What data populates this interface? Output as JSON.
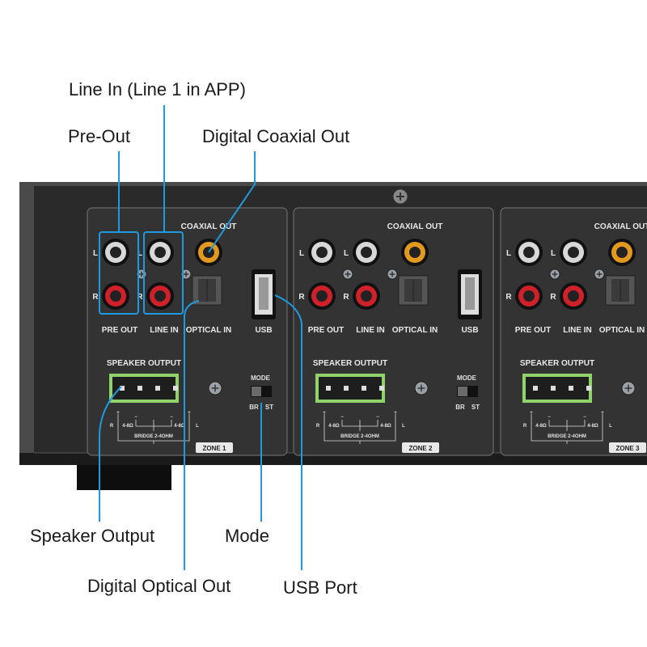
{
  "callouts": {
    "line_in": "Line In (Line 1 in APP)",
    "pre_out": "Pre-Out",
    "coaxial_out": "Digital Coaxial Out",
    "speaker_output": "Speaker Output",
    "mode": "Mode",
    "optical_out": "Digital Optical Out",
    "usb_port": "USB Port"
  },
  "panel": {
    "coaxial_out": "COAXIAL OUT",
    "pre_out": "PRE OUT",
    "line_in": "LINE IN",
    "optical_in": "OPTICAL IN",
    "usb": "USB",
    "left": "L",
    "right": "R",
    "speaker_output": "SPEAKER OUTPUT",
    "mode": "MODE",
    "br": "BR",
    "st": "ST",
    "impedance": "4-8Ω",
    "bridge": "BRIDGE 2-4OHM",
    "plus": "+",
    "minus": "−"
  },
  "zones": [
    "ZONE 1",
    "ZONE 2",
    "ZONE 3"
  ],
  "colors": {
    "callout_line": "#1e9be0",
    "terminal_green": "#8fd36a",
    "rca_red": "#d0202a",
    "rca_white": "#d8d8d8",
    "coax_orange": "#e39a1c"
  }
}
